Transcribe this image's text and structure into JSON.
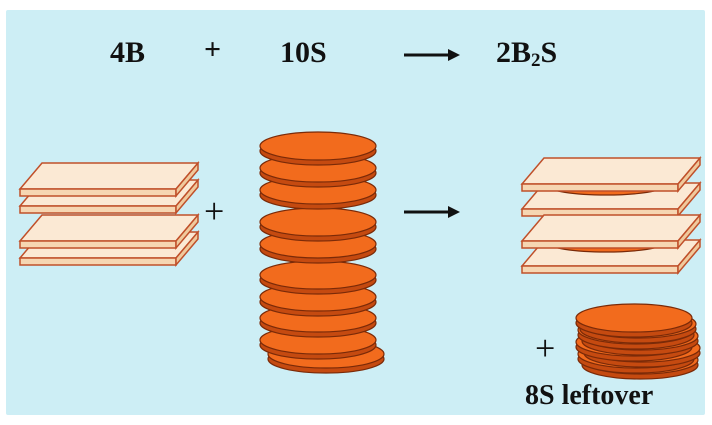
{
  "equation": {
    "reactant_bread": "4B",
    "plus": "+",
    "reactant_cheese": "10S",
    "product_prefix": "2B",
    "product_subscript": "2",
    "product_suffix": "S"
  },
  "diagram": {
    "plus_left": "+",
    "plus_bottom": "+",
    "leftover_label": "8S leftover"
  },
  "colors": {
    "background": "#cdeef5",
    "bread_fill": "#fbe9d4",
    "bread_edge": "#c0502a",
    "cheese_fill": "#f26b1d",
    "cheese_edge": "#7a2a08"
  },
  "icons": [
    "bread-slice-icon",
    "cheese-slice-icon",
    "arrow-right-icon",
    "sandwich-icon"
  ]
}
